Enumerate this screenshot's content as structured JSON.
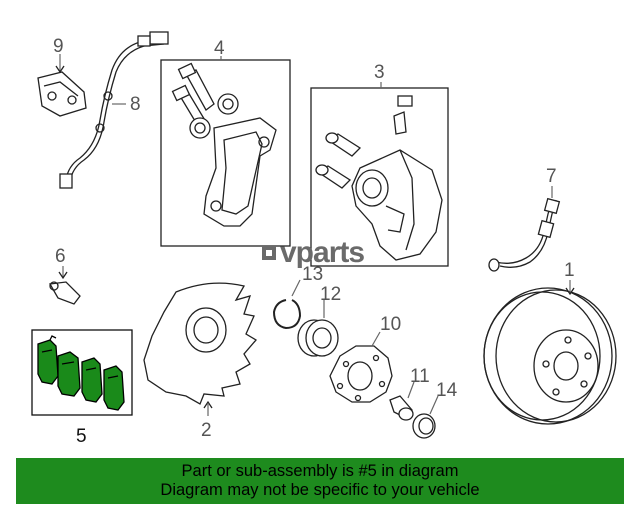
{
  "diagram": {
    "callouts": [
      "1",
      "2",
      "3",
      "4",
      "5",
      "6",
      "7",
      "8",
      "9",
      "10",
      "11",
      "12",
      "13",
      "14"
    ],
    "watermark": "vparts"
  },
  "banner": {
    "line1": "Part or sub-assembly is #5 in diagram",
    "line2": "Diagram may not be specific to your vehicle"
  },
  "colors": {
    "banner": "#1e8b1e",
    "pad": "#1a8a1a"
  }
}
